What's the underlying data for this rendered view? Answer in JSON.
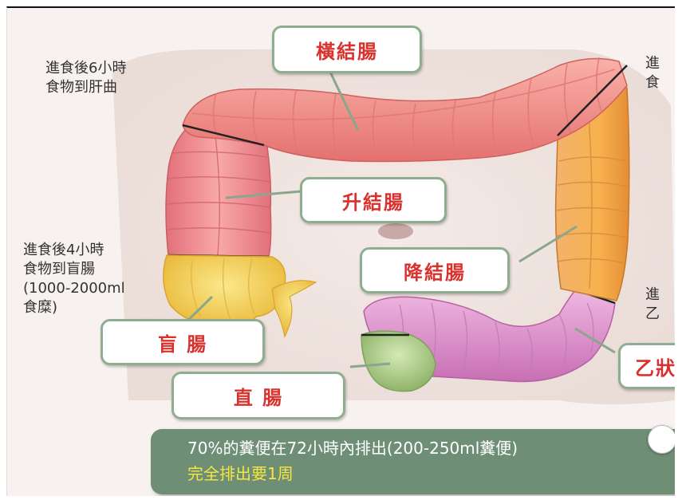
{
  "notes": {
    "six_hours": [
      "進食後6小時",
      "食物到肝曲"
    ],
    "four_hours": [
      "進食後4小時",
      "食物到盲腸",
      "(1000-2000ml",
      "食糜)"
    ],
    "right_top": [
      "進",
      "食"
    ],
    "right_mid": [
      "進",
      "乙"
    ]
  },
  "labels": {
    "transverse": "橫結腸",
    "ascending": "升結腸",
    "descending": "降結腸",
    "cecum": "盲 腸",
    "rectum": "直 腸",
    "sigmoid": "乙狀"
  },
  "banner": {
    "line1": "70%的糞便在72小時內排出(200-250ml糞便)",
    "line2": "完全排出要1周"
  },
  "colors": {
    "label_border": "#8fae90",
    "label_text": "#d9322e",
    "banner_bg": "#6e8f75",
    "banner_line1": "#ffffff",
    "banner_line2": "#f5e642",
    "transverse": "#f4928c",
    "ascending": "#ef8a8e",
    "descending": "#f4a556",
    "cecum": "#f4d252",
    "sigmoid": "#d98ac6",
    "rectum": "#aac886"
  }
}
